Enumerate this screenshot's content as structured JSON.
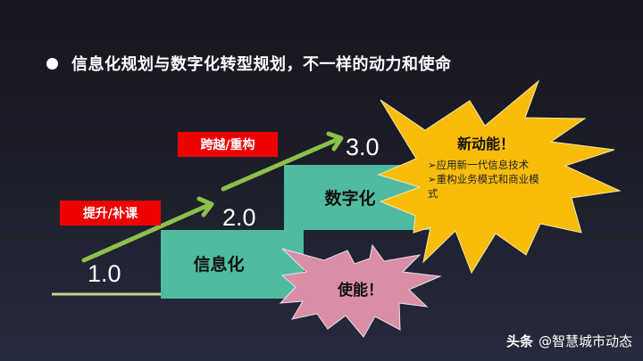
{
  "slide": {
    "title": "信息化规划与数字化转型规划，不一样的动力和使命"
  },
  "diagram": {
    "levels": [
      {
        "label": "1.0"
      },
      {
        "label": "2.0"
      },
      {
        "label": "3.0"
      }
    ],
    "blocks": [
      {
        "label": "信息化"
      },
      {
        "label": "数字化"
      }
    ],
    "transitions": [
      {
        "label": "提升/补课"
      },
      {
        "label": "跨越/重构"
      }
    ],
    "bursts": {
      "new_energy": {
        "title": "新动能！",
        "items": [
          "➢应用新一代信息技术",
          "➢重构业务模式和商业模",
          "式"
        ]
      },
      "empower": {
        "title": "使能！"
      }
    },
    "colors": {
      "block": "#4fbba0",
      "tag": "#ee0000",
      "arrow": "#8cc04a",
      "burst_yellow": "#f8bd0a",
      "burst_pink": "#d98ea6"
    }
  },
  "footer": {
    "source": "头条",
    "handle": "@智慧城市动态"
  }
}
